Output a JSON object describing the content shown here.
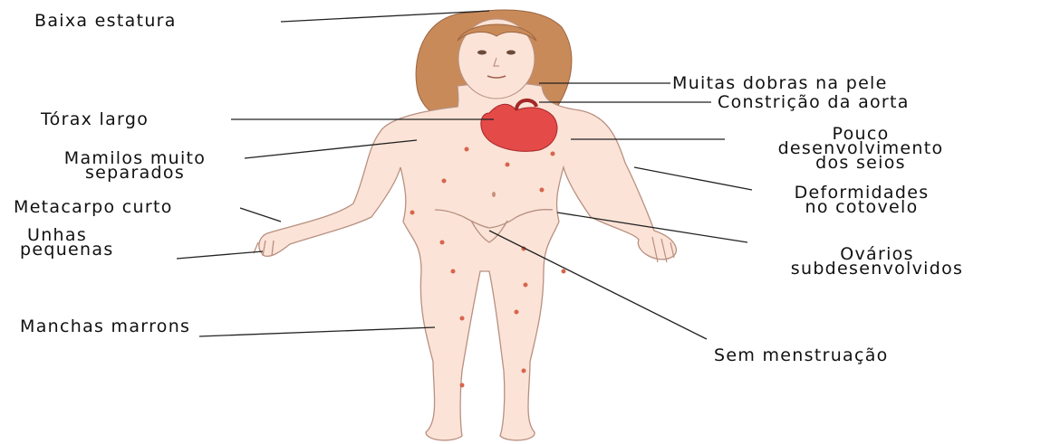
{
  "labels": {
    "baixa_estatura": "Baixa estatura",
    "muitas_dobras": "Muitas dobras na pele",
    "constricao_aorta": "Constrição da aorta",
    "torax_largo": "Tórax largo",
    "pouco": "Pouco",
    "desenvolvimento": "desenvolvimento",
    "dos_seios": "dos seios",
    "mamilos_1": "Mamilos muito",
    "mamilos_2": "separados",
    "metacarpo_curto": "Metacarpo curto",
    "deformidades": "Deformidades",
    "no_cotovelo": "no cotovelo",
    "unhas": "Unhas",
    "pequenas": "pequenas",
    "ovarios": "Ovários",
    "subdesenvolvidos": "subdesenvolvidos",
    "manchas_marrons": "Manchas marrons",
    "sem_menstruacao": "Sem menstruação"
  },
  "colors": {
    "skin": "#fbe3d7",
    "skin_outline": "#b89080",
    "hair": "#c98a5a",
    "heart": "#e44a48",
    "spots": "#d7654e",
    "leader_lines": "#222222"
  }
}
